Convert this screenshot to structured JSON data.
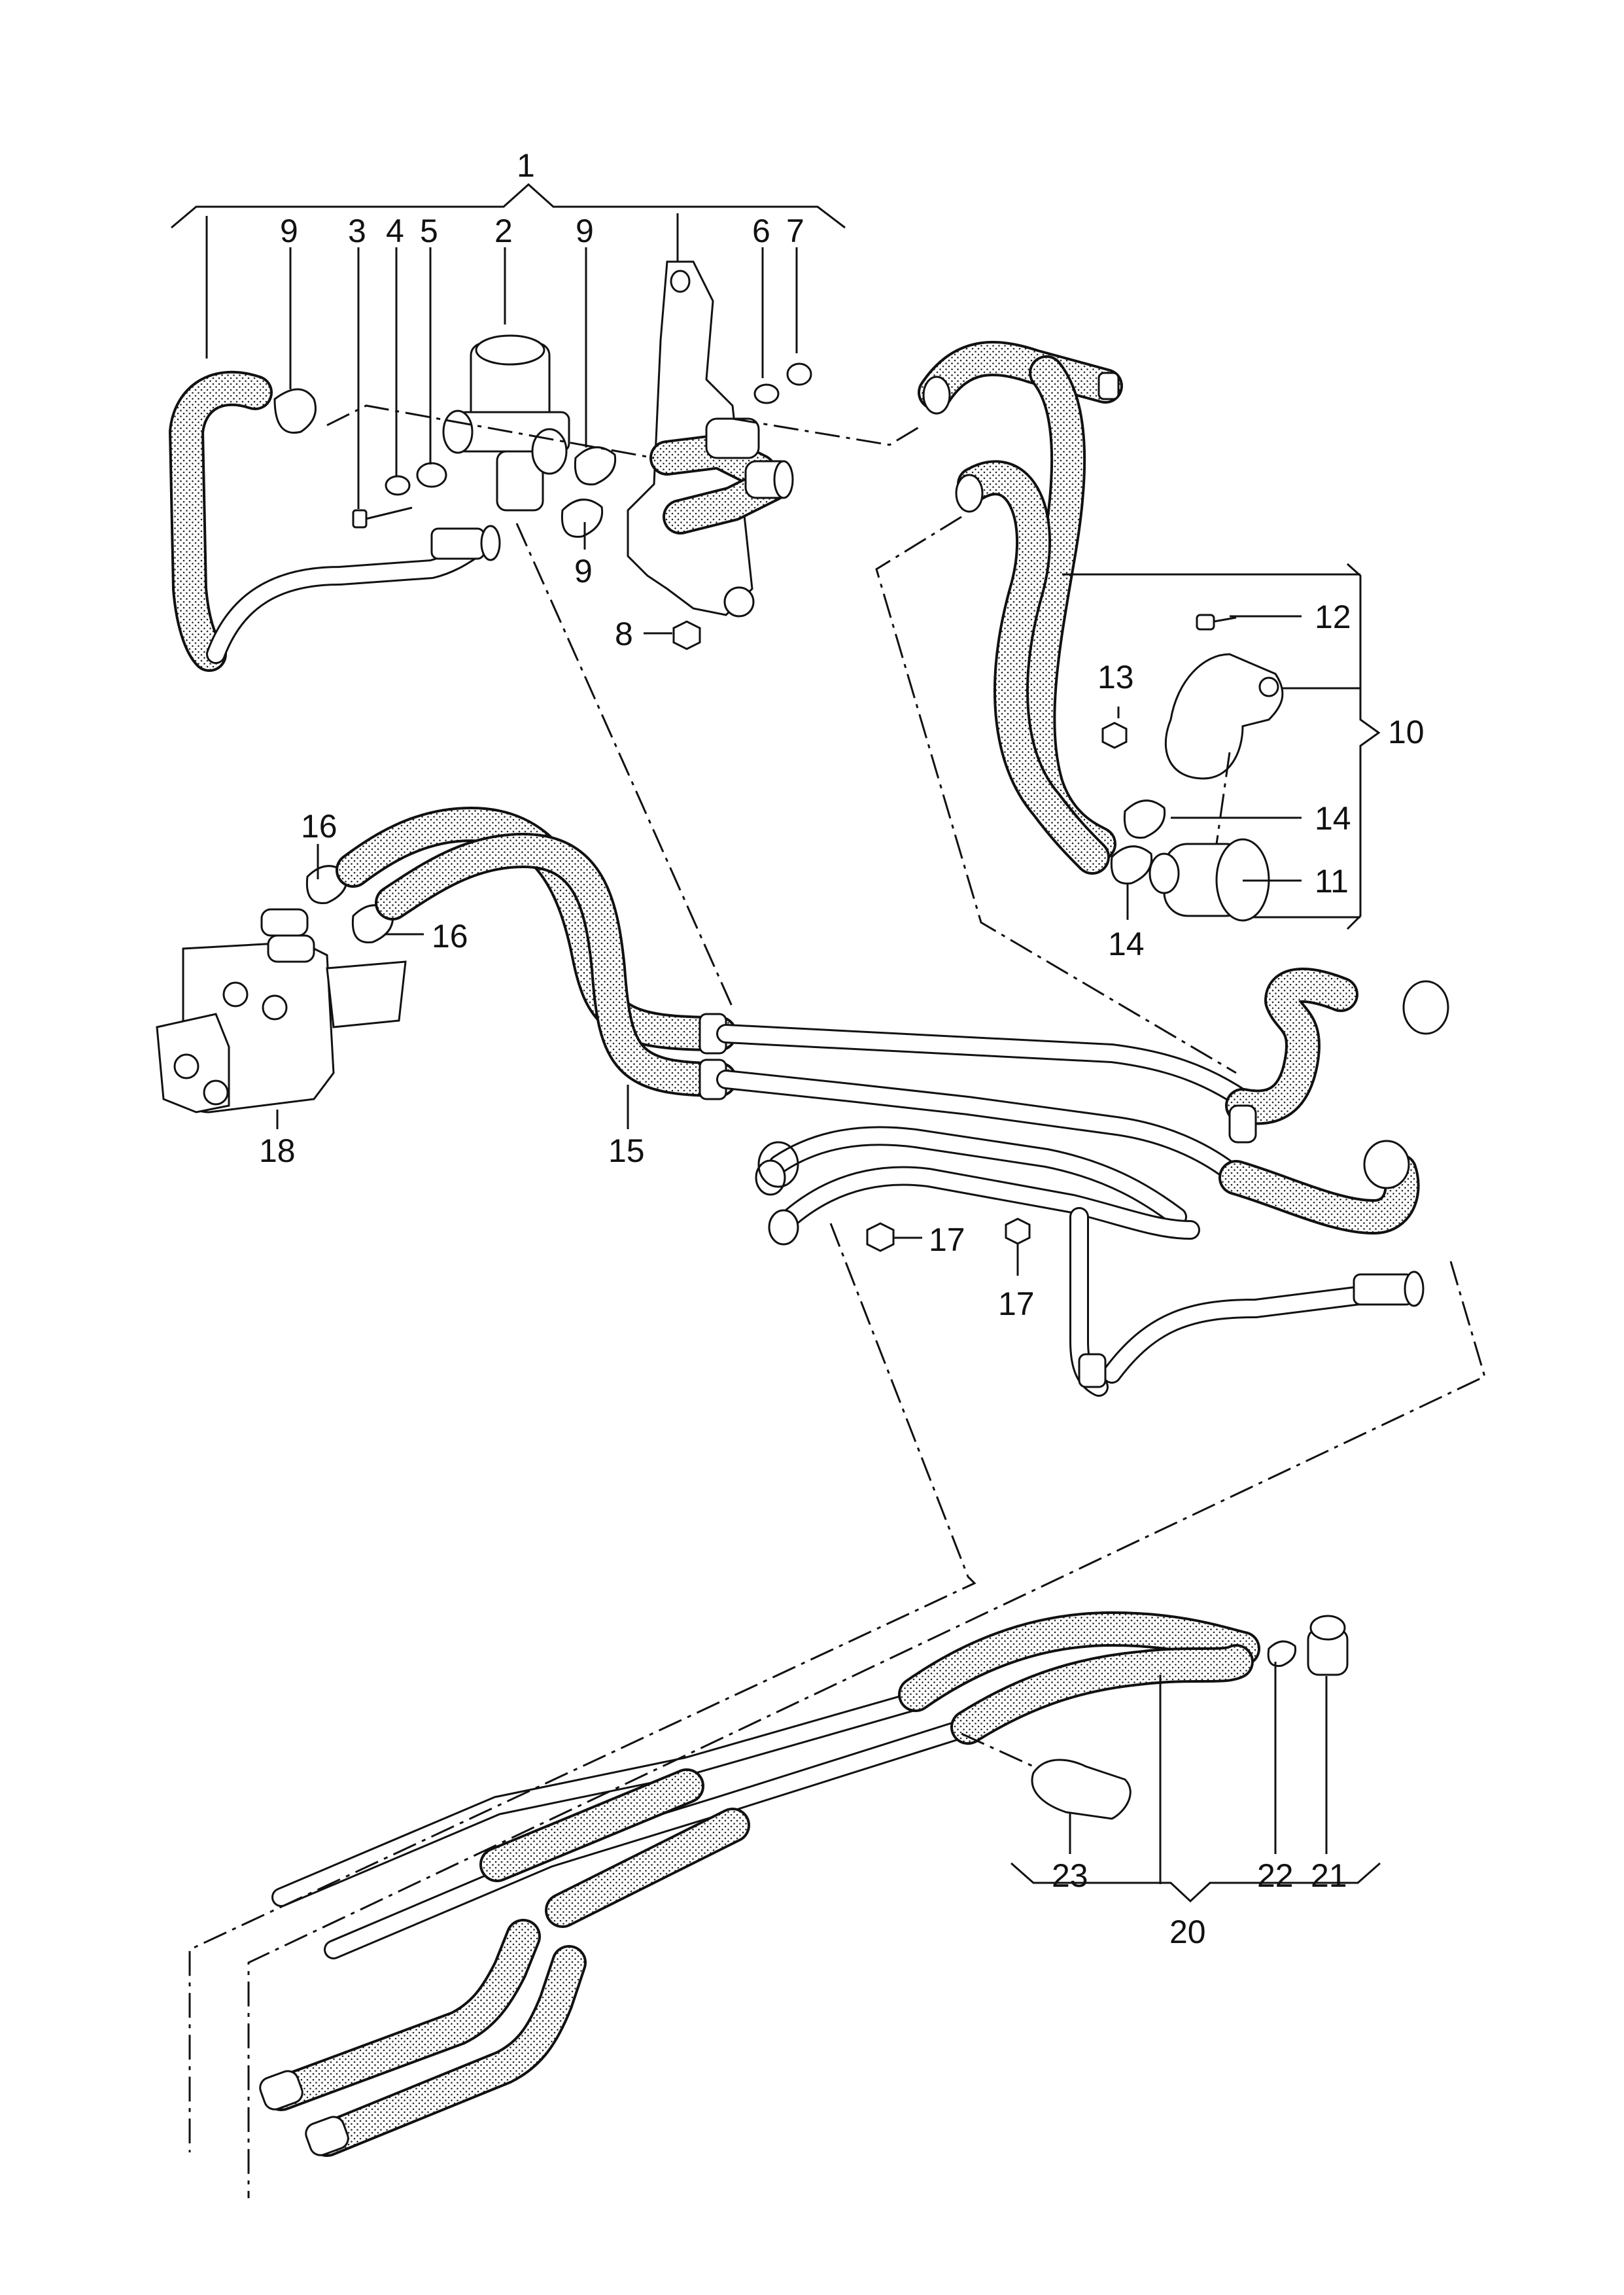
{
  "callouts": {
    "c1": "1",
    "c2": "2",
    "c3": "3",
    "c4": "4",
    "c5": "5",
    "c6": "6",
    "c7": "7",
    "c8": "8",
    "c9a": "9",
    "c9b": "9",
    "c9c": "9",
    "c10": "10",
    "c11": "11",
    "c12": "12",
    "c13": "13",
    "c14a": "14",
    "c14b": "14",
    "c15": "15",
    "c16a": "16",
    "c16b": "16",
    "c17a": "17",
    "c17b": "17",
    "c18": "18",
    "c20": "20",
    "c21": "21",
    "c22": "22",
    "c23": "23"
  }
}
